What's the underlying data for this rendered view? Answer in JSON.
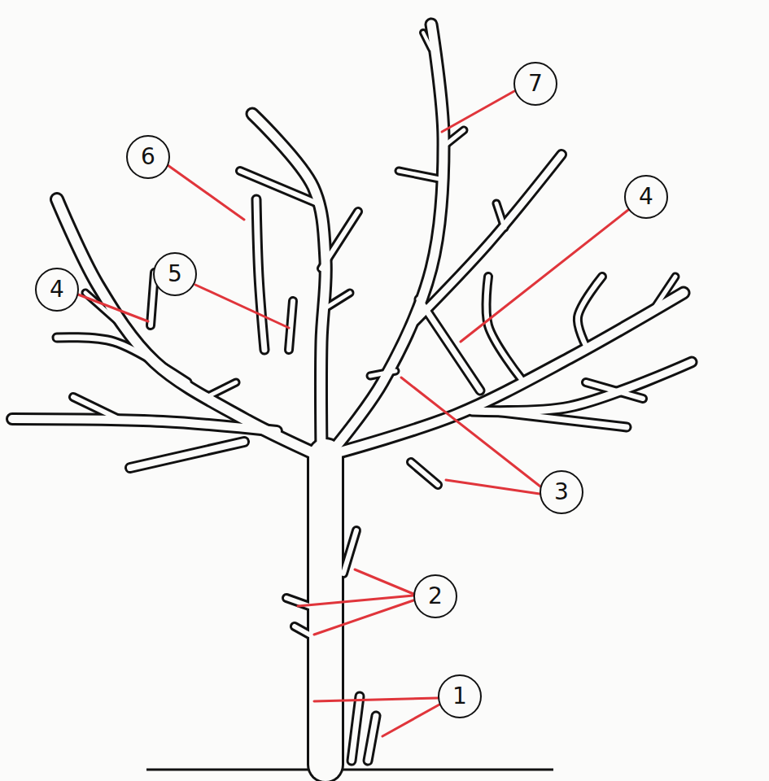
{
  "diagram": {
    "nodes": [
      {
        "text": [
          "7"
        ]
      },
      {
        "text": [
          "6"
        ]
      },
      {
        "text": [
          "4"
        ]
      },
      {
        "text": [
          "5"
        ]
      },
      {
        "text": [
          "4"
        ]
      },
      {
        "text": [
          "3"
        ]
      },
      {
        "text": [
          "2"
        ]
      },
      {
        "text": [
          "1"
        ]
      }
    ]
  }
}
